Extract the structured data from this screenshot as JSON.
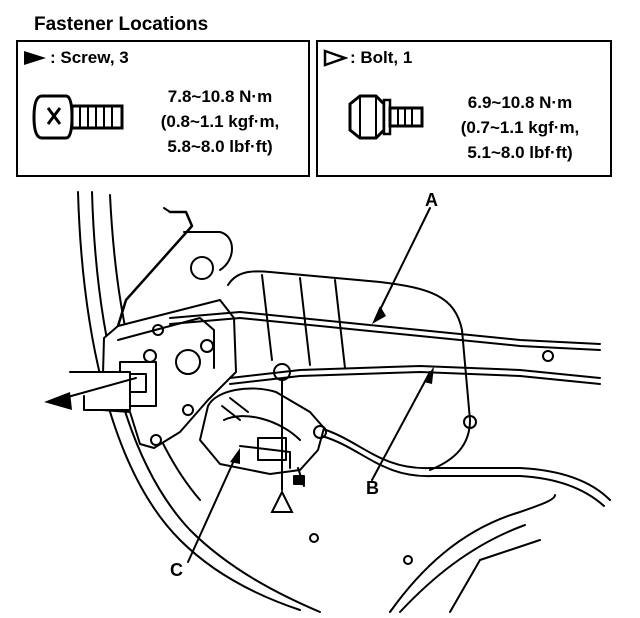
{
  "title": "Fastener Locations",
  "screw": {
    "legend": ": Screw, 3",
    "icon": "screw-icon",
    "torque_nm": "7.8~10.8 N·m",
    "torque_kgf": "(0.8~1.1 kgf·m,",
    "torque_lbf": "5.8~8.0 lbf·ft)"
  },
  "bolt": {
    "legend": ": Bolt, 1",
    "icon": "bolt-icon",
    "torque_nm": "6.9~10.8 N·m",
    "torque_kgf": "(0.7~1.1 kgf·m,",
    "torque_lbf": "5.1~8.0 lbf·ft)"
  },
  "callouts": {
    "a": "A",
    "b": "B",
    "c": "C"
  }
}
